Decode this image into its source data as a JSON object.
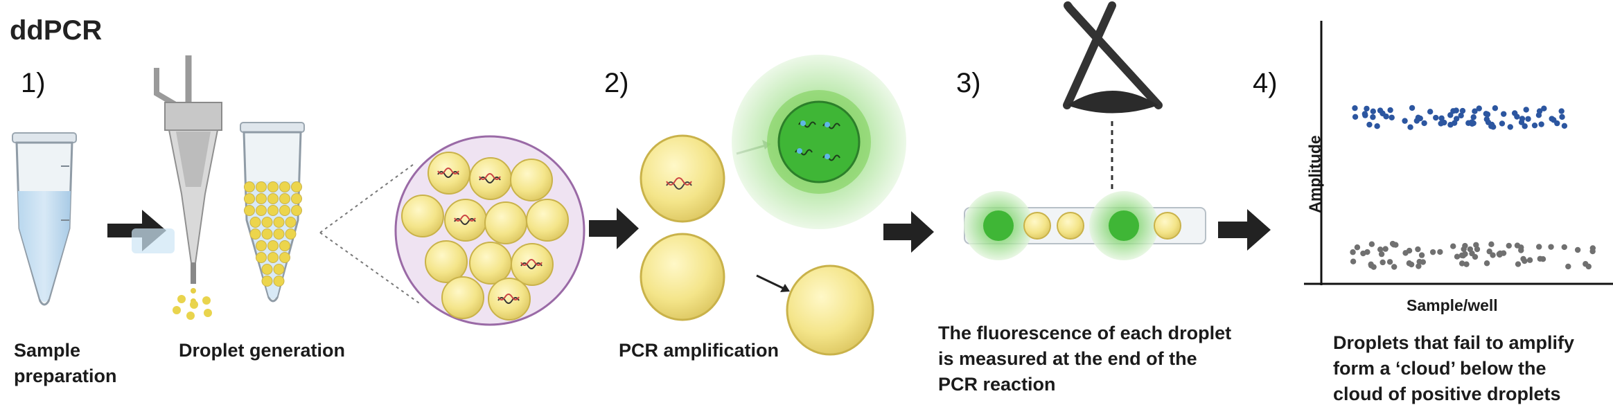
{
  "title": "ddPCR",
  "steps": [
    "1)",
    "2)",
    "3)",
    "4)"
  ],
  "captions": {
    "sample_preparation": [
      "Sample",
      "preparation"
    ],
    "droplet_generation": "Droplet generation",
    "pcr_amplification": "PCR amplification",
    "fluorescence": [
      "The fluorescence of each droplet",
      "is measured at the end  of the",
      "PCR reaction"
    ],
    "cloud": [
      "Droplets that fail to amplify",
      "form a ‘cloud’ below  the",
      "cloud of positive droplets"
    ]
  },
  "plot": {
    "ylabel": "Amplitude",
    "xlabel": "Sample/well"
  },
  "colors": {
    "droplet_fill": "#f4e58a",
    "droplet_edge": "#c9b24a",
    "fluorescence": "#58c64b",
    "positive_points": "#2c56a0",
    "negative_points": "#707070",
    "arrow": "#222222",
    "zoom_circle": "#efe3f2"
  }
}
